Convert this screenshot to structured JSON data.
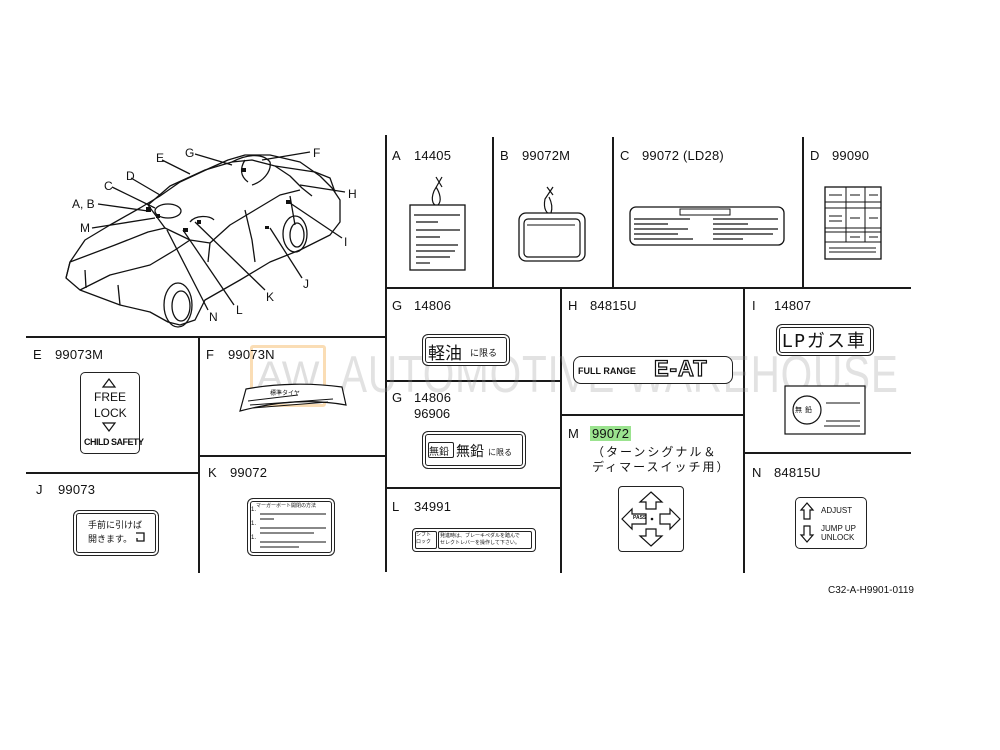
{
  "diagram": {
    "code": "C32-A-H9901-0119",
    "watermark": {
      "logo": "AW",
      "text": "AUTOMOTIVE WAREHOUSE",
      "logo_color": "#f5b45a"
    },
    "highlight_color": "#9be38f",
    "car_callouts": [
      "A, B",
      "C",
      "D",
      "E",
      "G",
      "F",
      "H",
      "I",
      "J",
      "K",
      "L",
      "N",
      "M"
    ],
    "cells": {
      "A": {
        "letter": "A",
        "part": "14405"
      },
      "B": {
        "letter": "B",
        "part": "99072M"
      },
      "C": {
        "letter": "C",
        "part": "99072 (LD28)"
      },
      "D": {
        "letter": "D",
        "part": "99090"
      },
      "E": {
        "letter": "E",
        "part": "99073M",
        "label_lines": [
          "FREE",
          "LOCK",
          "CHILD SAFETY"
        ]
      },
      "F": {
        "letter": "F",
        "part": "99073N",
        "label_text": "標準タイヤ"
      },
      "G1": {
        "letter": "G",
        "part": "14806",
        "label_text": "軽油",
        "label_small": "に限る"
      },
      "G2": {
        "letter": "G",
        "part": "14806",
        "part2": "96906",
        "label_box": "無鉛",
        "label_text": "無鉛",
        "label_small": "に限る"
      },
      "H": {
        "letter": "H",
        "part": "84815U",
        "label_small": "FULL RANGE",
        "label_big": "E-AT"
      },
      "I": {
        "letter": "I",
        "part": "14807",
        "label_text": "LPガス車",
        "label_circle": "無鉛"
      },
      "J": {
        "letter": "J",
        "part": "99073",
        "label_line1": "手前に引けば",
        "label_line2": "開きます。"
      },
      "K": {
        "letter": "K",
        "part": "99072",
        "label_title": "マーガーボート開閉の方法",
        "items": [
          "1.",
          "1.",
          "1."
        ]
      },
      "L": {
        "letter": "L",
        "part": "34991",
        "label_left": "シフトロック",
        "label_right1": "発進時は、ブレーキペダルを踏んで",
        "label_right2": "セレクトレバーを操作して下さい。"
      },
      "M": {
        "letter": "M",
        "part": "99072",
        "note_line1": "（ターンシグナル＆",
        "note_line2": "ディマースイッチ用）",
        "label_center": "PASS"
      },
      "N": {
        "letter": "N",
        "part": "84815U",
        "label_up": "ADJUST",
        "label_down1": "JUMP UP",
        "label_down2": "UNLOCK"
      }
    }
  }
}
